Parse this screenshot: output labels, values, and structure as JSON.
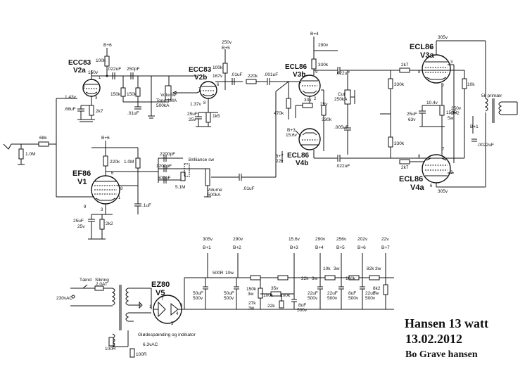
{
  "title": {
    "line1": "Hansen 13 watt",
    "line2": "13.02.2012",
    "line3": "Bo Grave hansen"
  },
  "tubes": {
    "v2a": {
      "type": "ECC83",
      "name": "V2a"
    },
    "v2b": {
      "type": "ECC83",
      "name": "V2b"
    },
    "v3b": {
      "type": "ECL86",
      "name": "V3b"
    },
    "v4b": {
      "type": "ECL86",
      "name": "V4b"
    },
    "v3a": {
      "type": "ECL86",
      "name": "V3a"
    },
    "v4a": {
      "type": "ECL86",
      "name": "V4a"
    },
    "v1": {
      "type": "EF86",
      "name": "V1"
    },
    "v5": {
      "type": "EZ80",
      "name": "V5"
    }
  },
  "labels": {
    "b6_top": "B+6",
    "r100k_v2a": "100k",
    "v150": "150v",
    "c022_a": ".022uF",
    "c250pf": "250pF",
    "r150k_a": "150k",
    "r150k_b": "150k",
    "c01_a": ".01uF",
    "volume_tone": "Volume",
    "tone_1ma": "Tone 1MA",
    "tone_500k": "500kA",
    "v143": "1.43v",
    "c68uf": ".68uF",
    "r2k7_a": "2k7",
    "v250": "250v",
    "b5": "B+5",
    "r100k_b": "100k",
    "v167": "167v",
    "c01_b": ".01uF",
    "r220k_a": "220k",
    "c001": ".001uF",
    "v137": "1.37v",
    "c25uf_a": "25uF",
    "v25_a": "25v",
    "r1k5": "1k5",
    "b4": "B+4",
    "v290": "290v",
    "r330k_a": "330k",
    "c022_b": ".022uF",
    "cut": "Cut",
    "cut_250": "250kA",
    "r470k": "470k",
    "r33k": "33k",
    "v25_b": "25v",
    "r330k_b": "330k",
    "b3": "B+3",
    "v156": "15.6v",
    "c005": ".005uF",
    "b7": "B+7",
    "v22": "22v",
    "c022_c": ".022uF",
    "r330k_c": "330k",
    "r330k_d": "330k",
    "v305_a": "305v",
    "r2k7_b": "2k7",
    "r2k7_c": "2k7",
    "v104": "10.4v",
    "c25uf_b": "25uF",
    "v63": "63v",
    "r150r": "150R",
    "w5": "5w",
    "r10k": "10k",
    "primaer": "5k primær",
    "v250_b": "250v",
    "b2": "B+2",
    "b1": "B+1",
    "c0022": ".0022uF",
    "v305_b": "305v",
    "r68k": "68k",
    "r1m_in": "1.0M",
    "b6_v1": "B+6",
    "r220k_v1": "220k",
    "r1m_v1": "1.0M",
    "c2200": "2200pF",
    "c1200": "1200pF",
    "c500": "500pF",
    "r51m": "5.1M",
    "brilliance": "Brilliance sw",
    "volume2": "Volume",
    "volume2_500": "500kA",
    "c01_c": ".01uF",
    "c1uf": ".1uF",
    "c25uf_c": "25uF",
    "v25_c": "25v",
    "r2k2": "2k2",
    "ps_b1_v": "305v",
    "ps_b1": "B+1",
    "ps_b2_v": "290v",
    "ps_b2": "B+2",
    "ps_b3_v": "15.6v",
    "ps_b3": "B+3",
    "ps_b4_v": "290v",
    "ps_b4": "B+4",
    "ps_b5_v": "256v",
    "ps_b5": "B+5",
    "ps_b6_v": "202v",
    "ps_b6": "B+6",
    "ps_b7_v": "22v",
    "ps_b7": "B+7",
    "r500r": "500R",
    "w10": "10w",
    "r10k_3w": "10k",
    "w3_a": "3w",
    "r22k_3w": "22k",
    "w3_b": "3w",
    "r100k_ps": "100k",
    "r82k": "82k",
    "w3_c": "3w",
    "r150k_3w": "150k",
    "w3_d": "3w",
    "v35": "35v",
    "r100k_a": "100k",
    "r100k_c": "100k",
    "r27k": "27k",
    "w3_e": "3w",
    "r22k": "22k",
    "c8uf_a": "8uF",
    "v500_a": "500v",
    "c50uf_a": "50uF",
    "v500_b": "500v",
    "c50uf_b": "50uF",
    "v500_c": "500v",
    "c22uf_a": "22uF",
    "v500_d": "500v",
    "c22uf_b": "22uF",
    "v500_e": "500v",
    "c8uf_b": "8uF",
    "v500_f": "500v",
    "c22uf_c": "22uF",
    "v500_g": "500v",
    "r8k2": "8k2",
    "w3_f": "3w",
    "taend": "Tænd",
    "sikring": "Sikring",
    "sikring_a": "2.0AT",
    "mains": "230vAC",
    "glow": "Glødespænding og indikator",
    "v63ac": "6.3vAC",
    "r100r_a": "100R",
    "r100r_b": "100R"
  }
}
